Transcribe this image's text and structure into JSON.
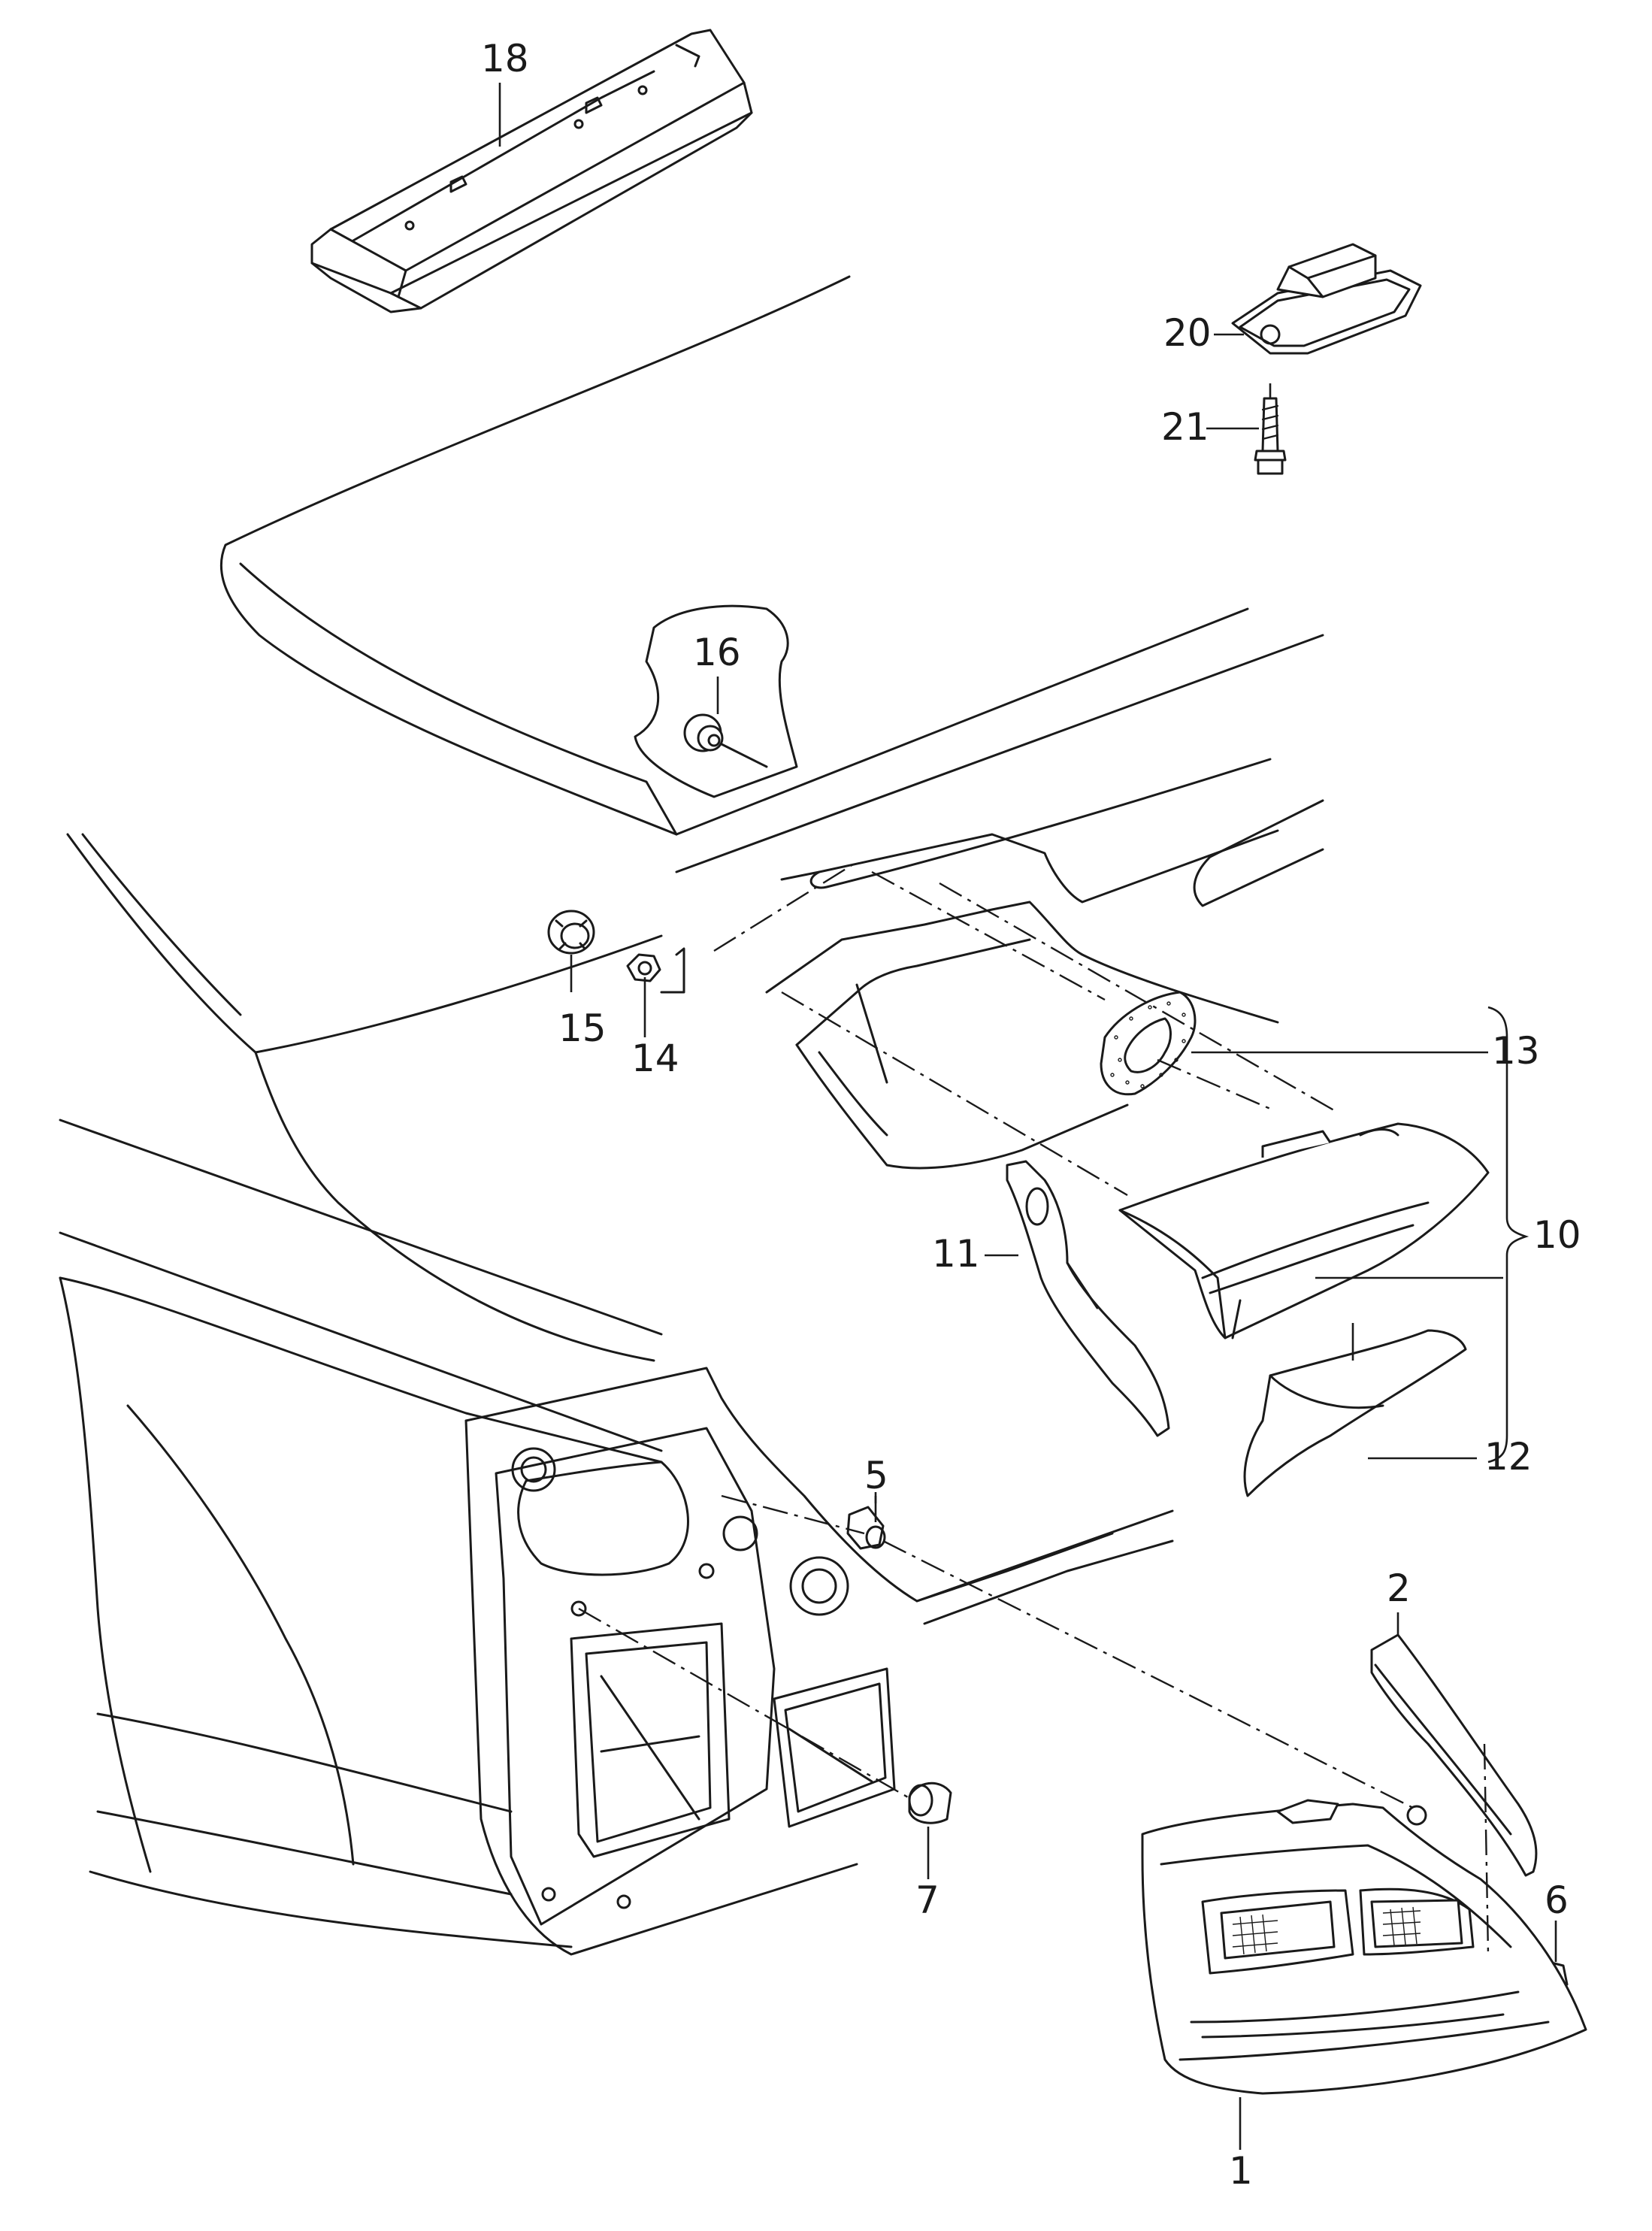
{
  "callouts": {
    "c1": "1",
    "c2": "2",
    "c5": "5",
    "c6": "6",
    "c7": "7",
    "c10": "10",
    "c11": "11",
    "c12": "12",
    "c13": "13",
    "c14": "14",
    "c15": "15",
    "c16": "16",
    "c18": "18",
    "c20": "20",
    "c21": "21"
  }
}
